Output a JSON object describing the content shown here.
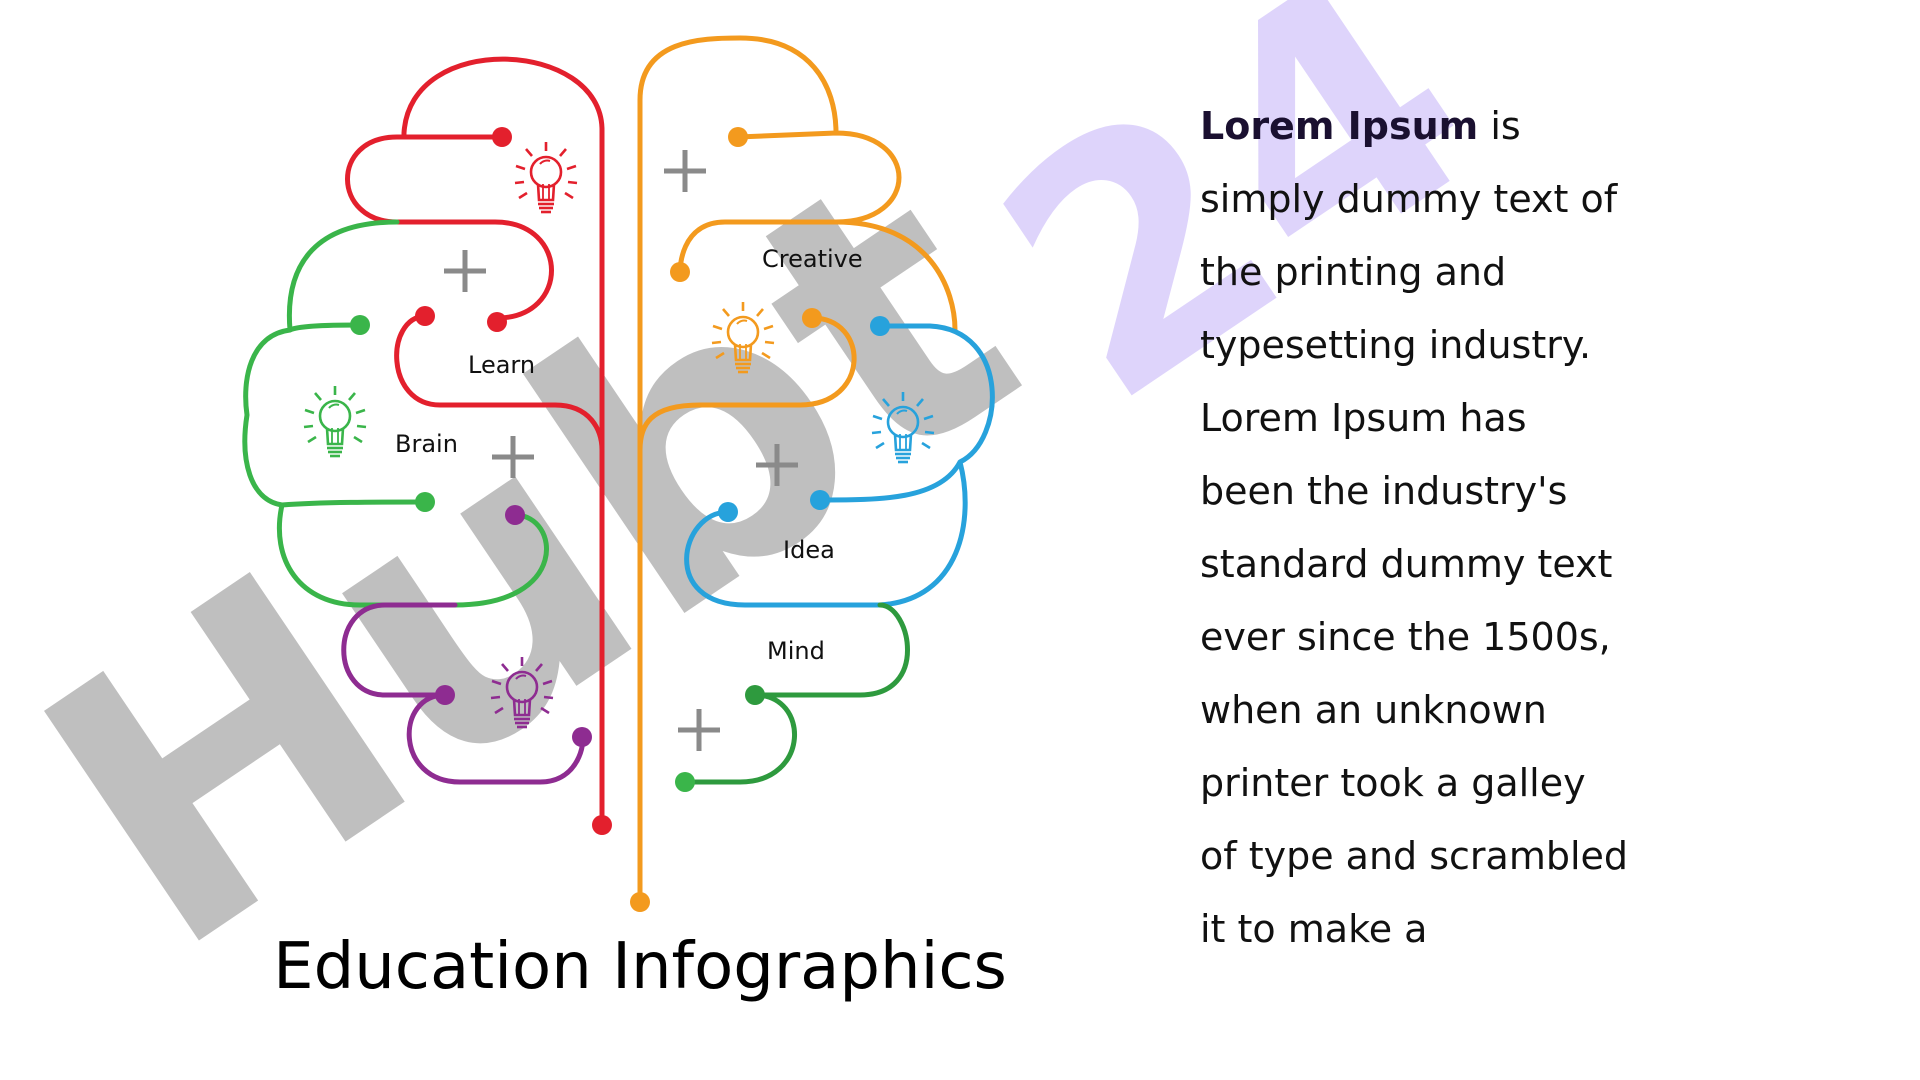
{
  "title": "Education Infographics",
  "paragraph": {
    "bold_lead": "Lorem Ipsum",
    "lines": [
      " is",
      "simply dummy text of",
      "the printing and",
      "typesetting industry.",
      "Lorem Ipsum has",
      "been the industry's",
      "standard dummy text",
      "ever since the 1500s,",
      "when an unknown",
      "printer took a galley",
      "of type and scrambled",
      "it to make a"
    ]
  },
  "labels": {
    "learn": "Learn",
    "brain": "Brain",
    "creative": "Creative",
    "idea": "Idea",
    "mind": "Mind"
  },
  "watermark": {
    "gray": "Hubt",
    "purple": "24"
  },
  "colors": {
    "red": "#e3202d",
    "green": "#3ab54a",
    "purple": "#8e2c91",
    "orange": "#f39a1e",
    "blue": "#27a2dc",
    "dark_green": "#2e9a3e",
    "plus": "#8a8a8a",
    "watermark_gray": "#b9b9b9",
    "watermark_purple": "#d9cdfb"
  }
}
